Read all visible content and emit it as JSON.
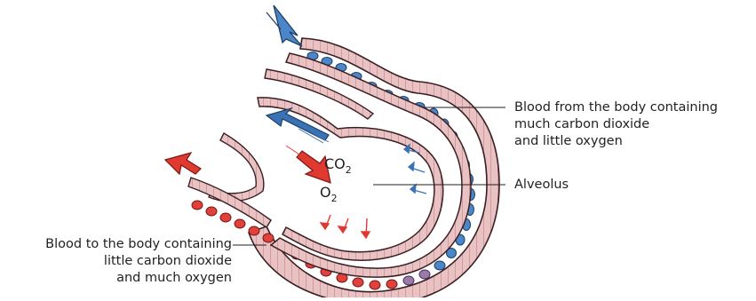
{
  "labels": {
    "blood_from_body": [
      "Blood from the body containing",
      "much carbon dioxide",
      "and little oxygen"
    ],
    "alveolus": "Alveolus",
    "blood_to_body": [
      "Blood to the body containing",
      "little carbon dioxide",
      "and much oxygen"
    ]
  },
  "chemistry": {
    "co2_main": "CO",
    "co2_sub": "2",
    "o2_main": "O",
    "o2_sub": "2"
  },
  "colors": {
    "wall_outline": "#3a1f22",
    "wall_fill": "#e9c2c4",
    "blue_cell": "#4a86c8",
    "red_cell": "#e0413c",
    "purple_cell": "#9a7aa8",
    "deoxy_arrow": "#3a73b5",
    "oxy_arrow": "#e03a30"
  }
}
